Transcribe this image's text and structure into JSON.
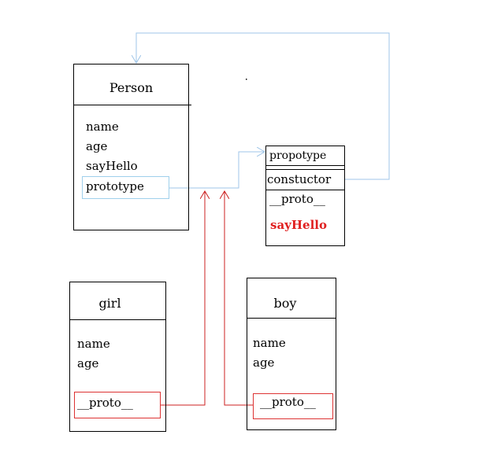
{
  "person": {
    "title": "Person",
    "fields": [
      "name",
      "age",
      "sayHello",
      "prototype"
    ]
  },
  "prototype_box": {
    "title": "propotype",
    "constructor_label": "constuctor",
    "proto_label": "__proto__",
    "method_label": "sayHello"
  },
  "girl": {
    "title": "girl",
    "fields": [
      "name",
      "age"
    ],
    "proto_label": "__proto__"
  },
  "boy": {
    "title": "boy",
    "fields": [
      "name",
      "age"
    ],
    "proto_label": "__proto__"
  },
  "colors": {
    "prototype_link": "#9fc5e8",
    "instance_link": "#cc2222",
    "highlight_text": "#e02020"
  }
}
